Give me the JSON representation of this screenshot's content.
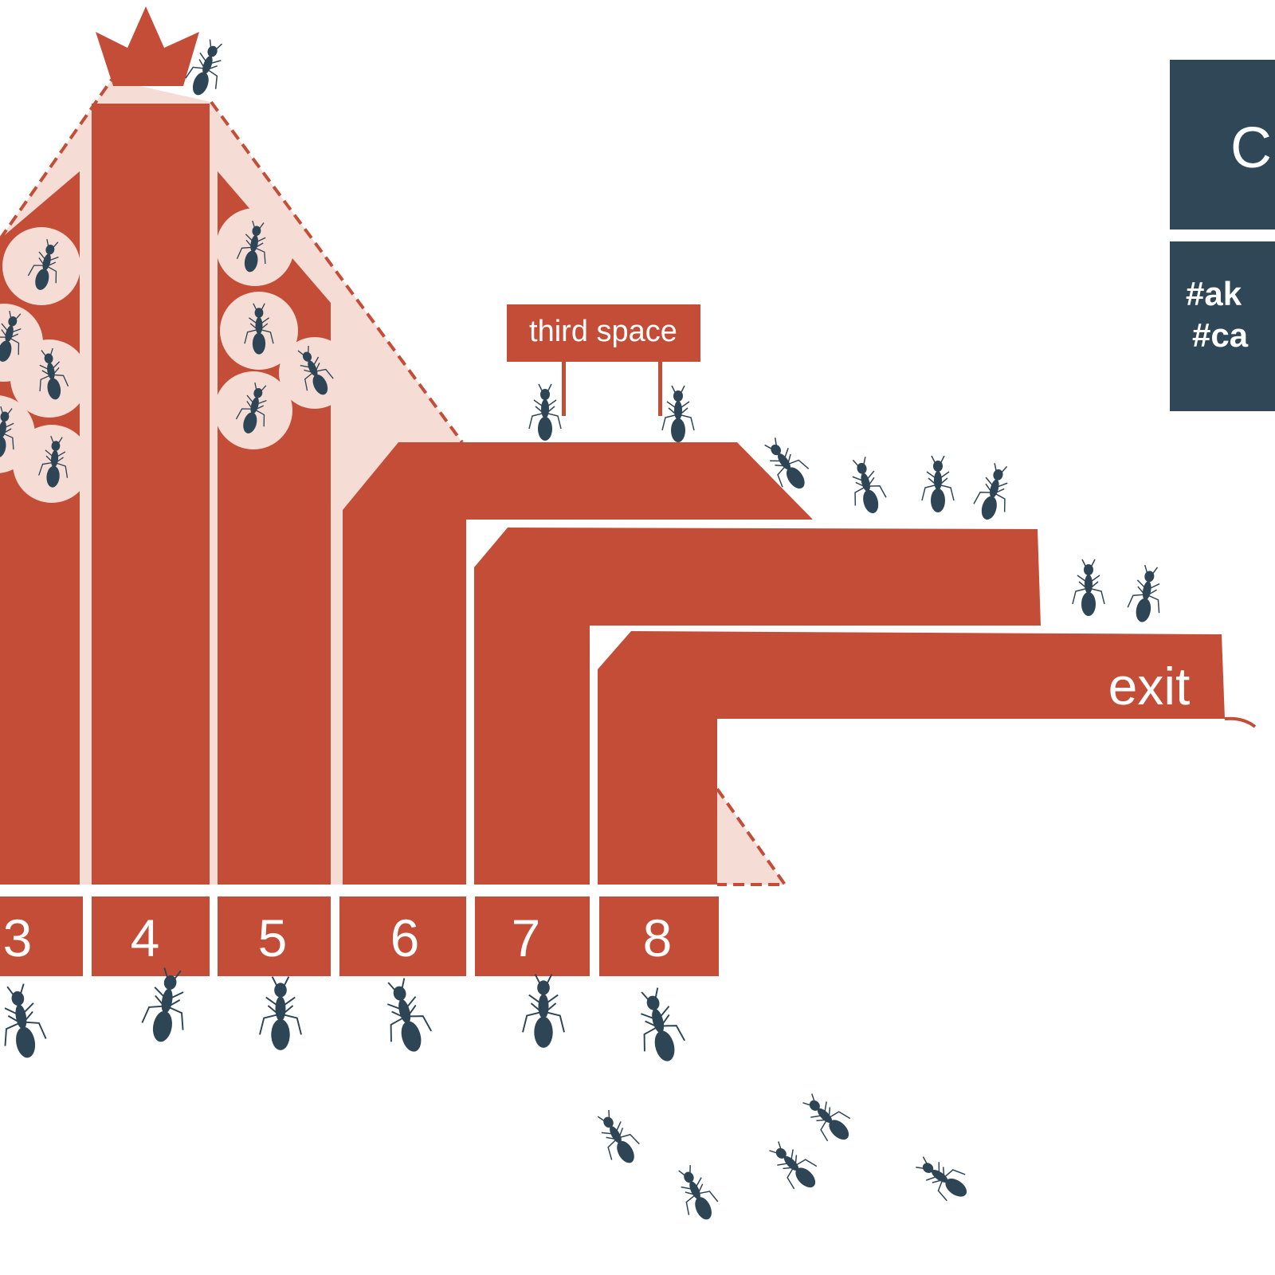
{
  "colors": {
    "bar": "#c44d37",
    "tint": "#f5ddd6",
    "ant": "#2e4556",
    "panel": "#2f4757"
  },
  "columns": [
    {
      "label": "3"
    },
    {
      "label": "4"
    },
    {
      "label": "5"
    },
    {
      "label": "6"
    },
    {
      "label": "7"
    },
    {
      "label": "8"
    }
  ],
  "sign": {
    "label": "third space"
  },
  "exit_label": "exit",
  "panel_top": {
    "text": "C"
  },
  "panel_bottom": {
    "line1": "#ak",
    "line2": "#ca"
  },
  "icons": {
    "crown": "crown-icon",
    "ant": "ant-icon"
  }
}
